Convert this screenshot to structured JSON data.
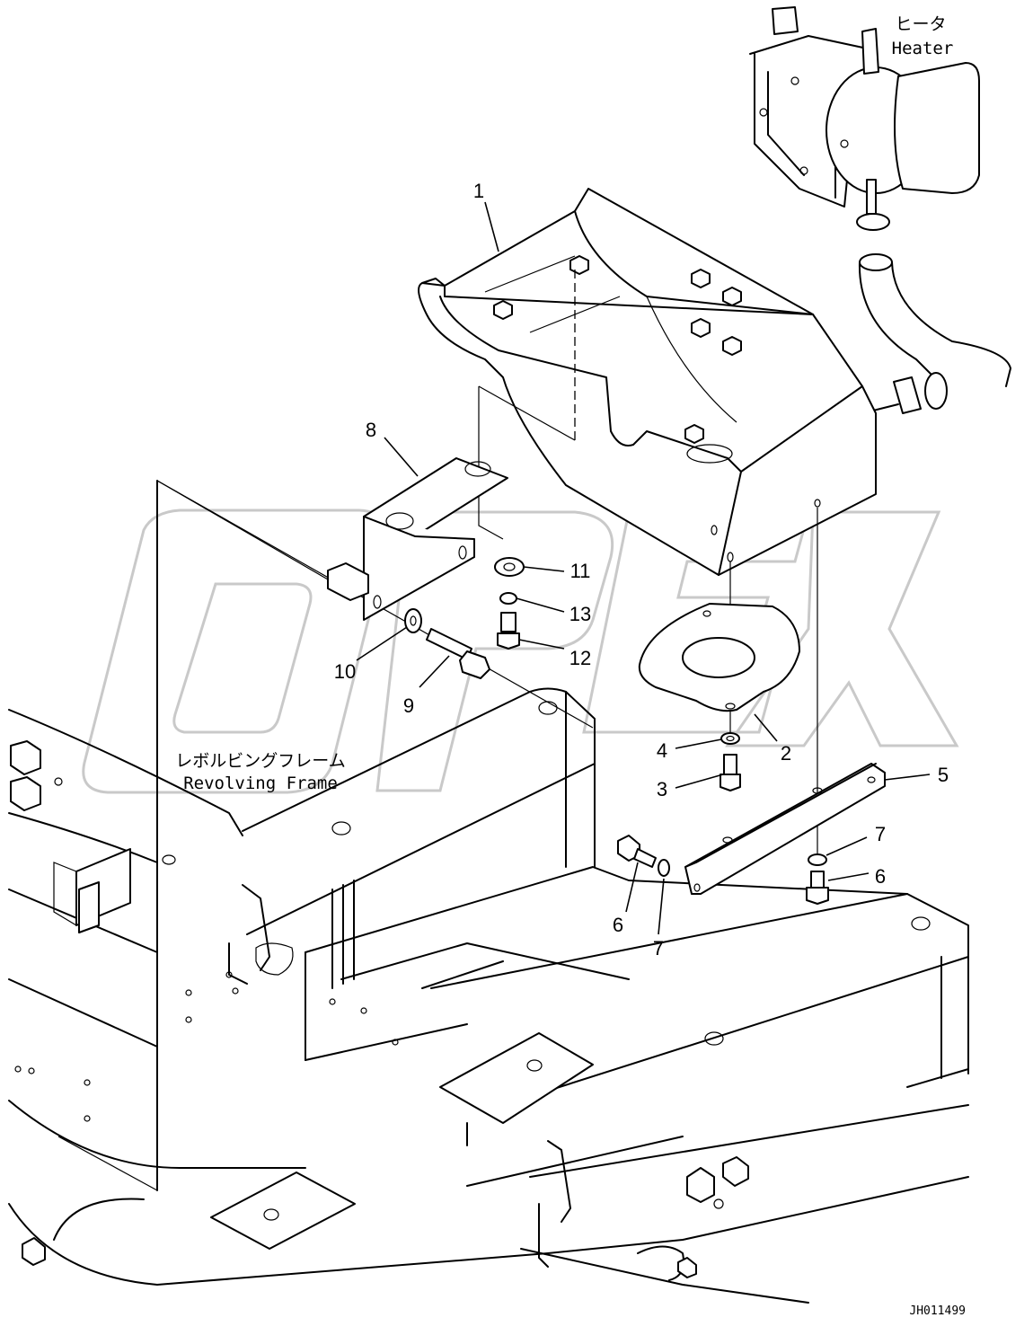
{
  "labels": {
    "heater_jp": "ヒータ",
    "heater_en": "Heater",
    "frame_jp": "レボルビングフレーム",
    "frame_en": "Revolving Frame"
  },
  "watermark": "OPEX",
  "drawing_code": "JH011499",
  "callouts": [
    {
      "id": "c1",
      "text": "1"
    },
    {
      "id": "c2",
      "text": "2"
    },
    {
      "id": "c3",
      "text": "3"
    },
    {
      "id": "c4",
      "text": "4"
    },
    {
      "id": "c5",
      "text": "5"
    },
    {
      "id": "c6a",
      "text": "6"
    },
    {
      "id": "c6b",
      "text": "6"
    },
    {
      "id": "c7a",
      "text": "7"
    },
    {
      "id": "c7b",
      "text": "7"
    },
    {
      "id": "c8",
      "text": "8"
    },
    {
      "id": "c9",
      "text": "9"
    },
    {
      "id": "c10",
      "text": "10"
    },
    {
      "id": "c11",
      "text": "11"
    },
    {
      "id": "c12",
      "text": "12"
    },
    {
      "id": "c13",
      "text": "13"
    }
  ]
}
